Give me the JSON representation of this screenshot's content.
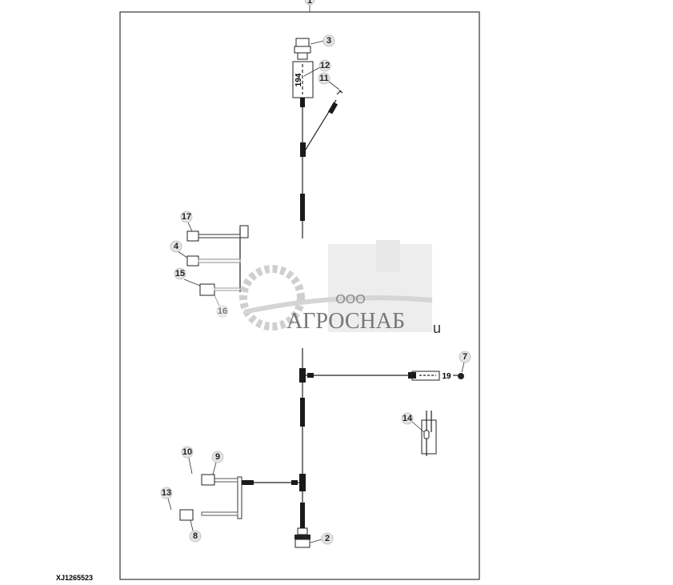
{
  "diagram": {
    "figure_id": "XJ1265523",
    "callouts": [
      "1",
      "2",
      "3",
      "4",
      "7",
      "8",
      "9",
      "10",
      "11",
      "12",
      "13",
      "14",
      "15",
      "16",
      "17"
    ],
    "fuse_label_top": "194",
    "fuse_label_right": "19"
  },
  "watermark": {
    "prefix": "ООО",
    "brand": "АГРОСНАБ",
    "suffix": "u"
  }
}
